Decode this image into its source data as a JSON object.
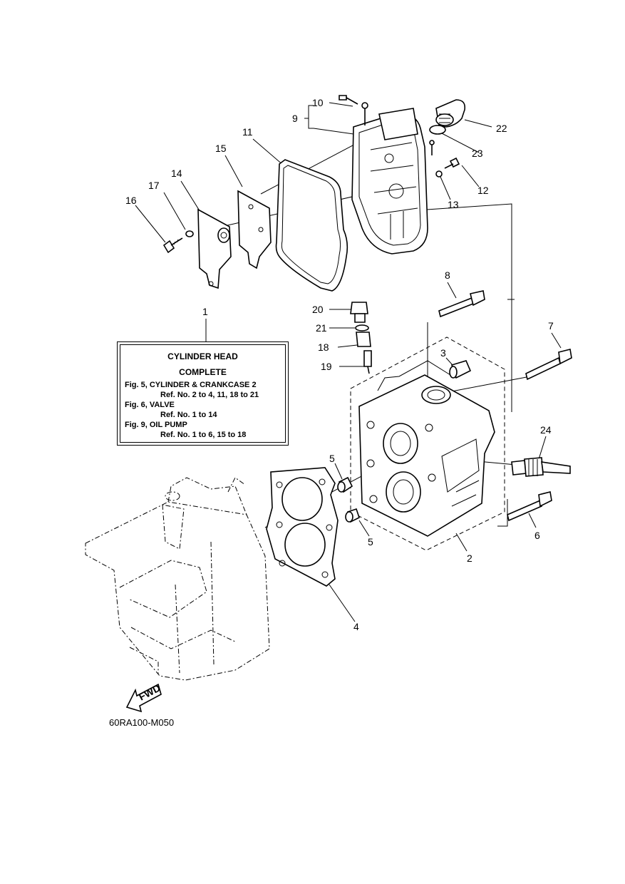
{
  "callouts": [
    {
      "id": "1",
      "text": "1"
    },
    {
      "id": "2",
      "text": "2"
    },
    {
      "id": "3",
      "text": "3"
    },
    {
      "id": "4",
      "text": "4"
    },
    {
      "id": "5a",
      "text": "5"
    },
    {
      "id": "5b",
      "text": "5"
    },
    {
      "id": "6",
      "text": "6"
    },
    {
      "id": "7",
      "text": "7"
    },
    {
      "id": "8",
      "text": "8"
    },
    {
      "id": "9",
      "text": "9"
    },
    {
      "id": "10",
      "text": "10"
    },
    {
      "id": "11",
      "text": "11"
    },
    {
      "id": "12",
      "text": "12"
    },
    {
      "id": "13",
      "text": "13"
    },
    {
      "id": "14",
      "text": "14"
    },
    {
      "id": "15",
      "text": "15"
    },
    {
      "id": "16",
      "text": "16"
    },
    {
      "id": "17",
      "text": "17"
    },
    {
      "id": "18",
      "text": "18"
    },
    {
      "id": "19",
      "text": "19"
    },
    {
      "id": "20",
      "text": "20"
    },
    {
      "id": "21",
      "text": "21"
    },
    {
      "id": "22",
      "text": "22"
    },
    {
      "id": "23",
      "text": "23"
    },
    {
      "id": "24",
      "text": "24"
    }
  ],
  "reference_box": {
    "title_line1": "CYLINDER HEAD",
    "title_line2": "COMPLETE",
    "lines": [
      "Fig. 5, CYLINDER & CRANKCASE 2",
      "Ref. No. 2 to 4, 11, 18 to 21",
      "Fig. 6, VALVE",
      "Ref. No. 1 to 14",
      "Fig. 9, OIL PUMP",
      "Ref. No. 1 to 6, 15 to 18"
    ]
  },
  "direction_arrow": {
    "text": "FWD",
    "icon": "fwd-arrow-icon"
  },
  "diagram_code": "60RA100-M050"
}
